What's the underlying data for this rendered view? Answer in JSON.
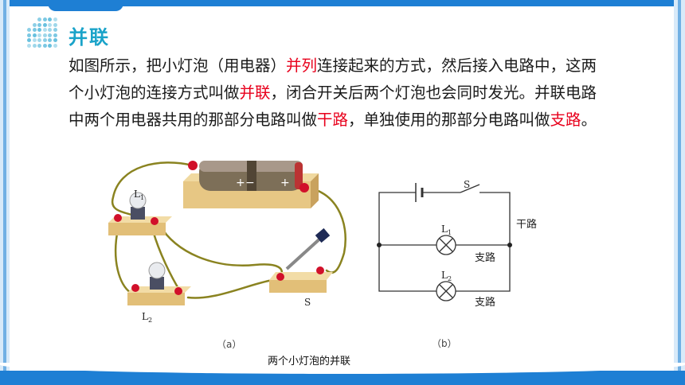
{
  "slide": {
    "title": "并联",
    "paragraph": [
      {
        "text": "如图所示，把小灯泡（用电器）",
        "highlight": false
      },
      {
        "text": "并列",
        "highlight": true
      },
      {
        "text": "连接起来的方式，然后接入电路中，这两个小灯泡的连接方式叫做",
        "highlight": false
      },
      {
        "text": "并联",
        "highlight": true
      },
      {
        "text": "，闭合开关后两个灯泡也会同时发光。并联电路中两个用电器共用的那部分电路叫做",
        "highlight": false
      },
      {
        "text": "干路",
        "highlight": true
      },
      {
        "text": "，单独使用的那部分电路叫做",
        "highlight": false
      },
      {
        "text": "支路",
        "highlight": true
      },
      {
        "text": "。",
        "highlight": false
      }
    ],
    "highlight_color": "#e8001c",
    "accent_color": "#1e7fd4",
    "title_color": "#1aa3c9"
  },
  "figure_a": {
    "label_L1": "L",
    "label_L1_sub": "1",
    "label_L2": "L",
    "label_L2_sub": "2",
    "label_S": "S",
    "panel_label": "（a）"
  },
  "figure_b": {
    "label_S": "S",
    "label_L1": "L",
    "label_L1_sub": "1",
    "label_L2": "L",
    "label_L2_sub": "2",
    "label_trunk": "干路",
    "label_branch1": "支路",
    "label_branch2": "支路",
    "panel_label": "（b）"
  },
  "caption": "两个小灯泡的并联"
}
